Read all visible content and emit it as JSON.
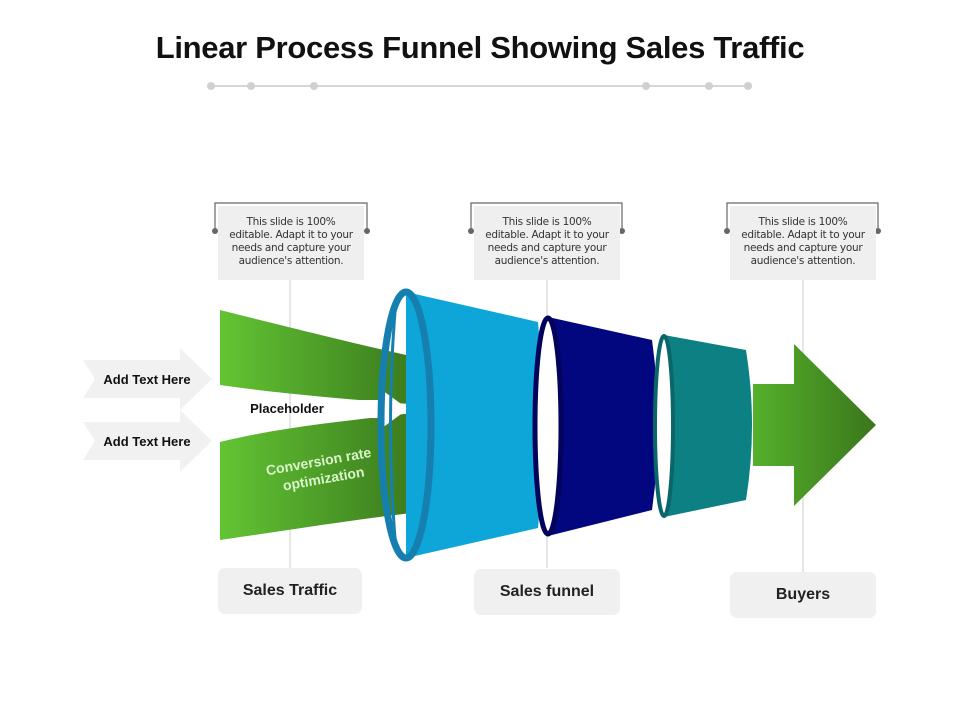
{
  "title": "Linear Process Funnel Showing Sales Traffic",
  "notes": [
    {
      "text": "This slide is 100% editable. Adapt it to your needs and capture your audience's attention."
    },
    {
      "text": "This slide is 100% editable. Adapt it to your needs and capture your audience's attention."
    },
    {
      "text": "This slide is 100% editable. Adapt it to your needs and capture your audience's attention."
    }
  ],
  "stages": [
    {
      "label": "Sales Traffic"
    },
    {
      "label": "Sales funnel"
    },
    {
      "label": "Buyers"
    }
  ],
  "input_arrows": [
    {
      "label": "Add Text Here"
    },
    {
      "label": "Add Text Here"
    }
  ],
  "flow": {
    "placeholder": "Placeholder",
    "conversion_line1": "Conversion rate",
    "conversion_line2": "optimization"
  },
  "colors": {
    "green_light": "#5dbb2f",
    "green_dark": "#3a7a1e",
    "funnel_light_blue": "#0ea5d8",
    "funnel_rim_blue": "#1580b0",
    "funnel_navy": "#02067f",
    "funnel_teal": "#0c8082",
    "grey_panel": "#efefef",
    "connector": "#666666"
  }
}
